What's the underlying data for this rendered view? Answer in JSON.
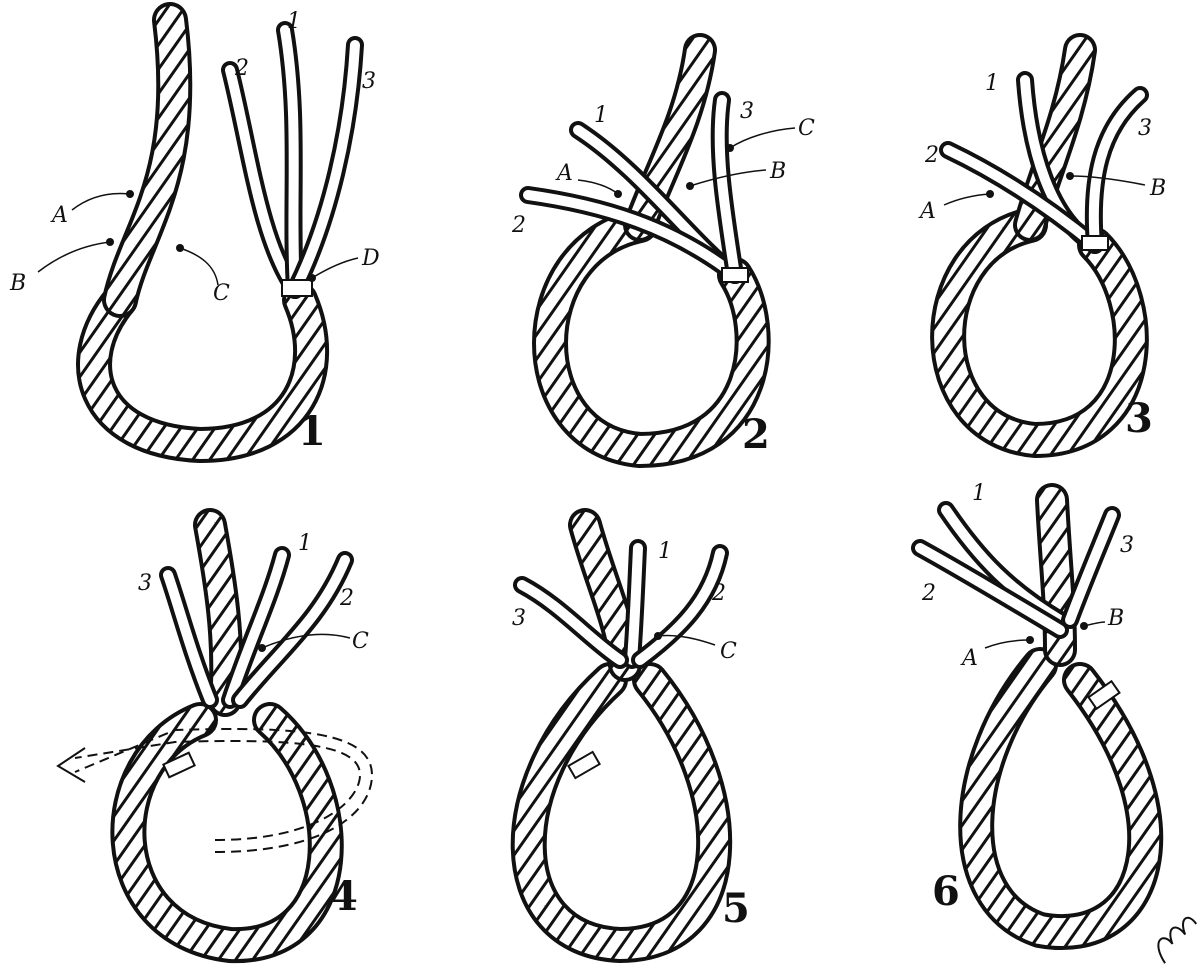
{
  "panels": [
    {
      "step": "1",
      "strand_labels": [
        "1",
        "2",
        "3"
      ],
      "point_labels": [
        "A",
        "B",
        "C",
        "D"
      ]
    },
    {
      "step": "2",
      "strand_labels": [
        "1",
        "2",
        "3"
      ],
      "point_labels": [
        "A",
        "B",
        "C"
      ]
    },
    {
      "step": "3",
      "strand_labels": [
        "1",
        "2",
        "3"
      ],
      "point_labels": [
        "A",
        "B"
      ]
    },
    {
      "step": "4",
      "strand_labels": [
        "1",
        "2",
        "3"
      ],
      "point_labels": [
        "C"
      ]
    },
    {
      "step": "5",
      "strand_labels": [
        "1",
        "2",
        "3"
      ],
      "point_labels": [
        "C"
      ]
    },
    {
      "step": "6",
      "strand_labels": [
        "1",
        "2",
        "3"
      ],
      "point_labels": [
        "A",
        "B"
      ]
    }
  ],
  "signature": "Pawel",
  "colors": {
    "ink": "#111111",
    "paper": "#ffffff"
  }
}
